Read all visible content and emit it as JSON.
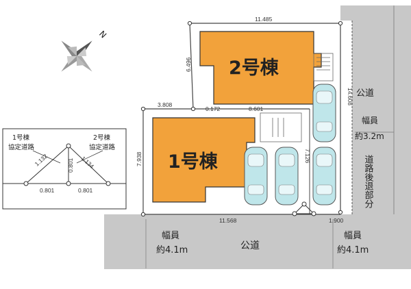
{
  "compass": {
    "north_label": "N"
  },
  "buildings": {
    "b1": {
      "label": "1号棟",
      "color": "#f2a23b"
    },
    "b2": {
      "label": "2号棟",
      "color": "#f2a23b"
    }
  },
  "inset": {
    "b1_label": "1号棟",
    "b1_sub": "協定道路",
    "b2_label": "2号棟",
    "b2_sub": "協定道路",
    "d_left": "1.132",
    "d_mid": "0.801",
    "d_right": "1.134",
    "base_left": "0.801",
    "base_right": "0.801"
  },
  "dimensions": {
    "lot2_top": "11.485",
    "lot2_left": "6.496",
    "lot2_right": "14.608",
    "lot1_top_left": "3.808",
    "lot1_top_mid": "0.172",
    "lot1_top_right": "8.601",
    "lot1_left": "7.938",
    "lot1_bottom": "11.568",
    "lot1_right": "7.126",
    "corner_small": "1.900"
  },
  "roads": {
    "south_label": "公道",
    "south_width_label": "幅員",
    "south_width_value": "約4.1m",
    "south_right_width_label": "幅員",
    "south_right_width_value": "約4.1m",
    "east_label": "公道",
    "east_width_label": "幅員",
    "east_width_value": "約3.2m",
    "setback_label": "道路後退部分"
  },
  "colors": {
    "road": "#c8c8c8",
    "building": "#f2a23b",
    "car": "#bfe6ea"
  }
}
